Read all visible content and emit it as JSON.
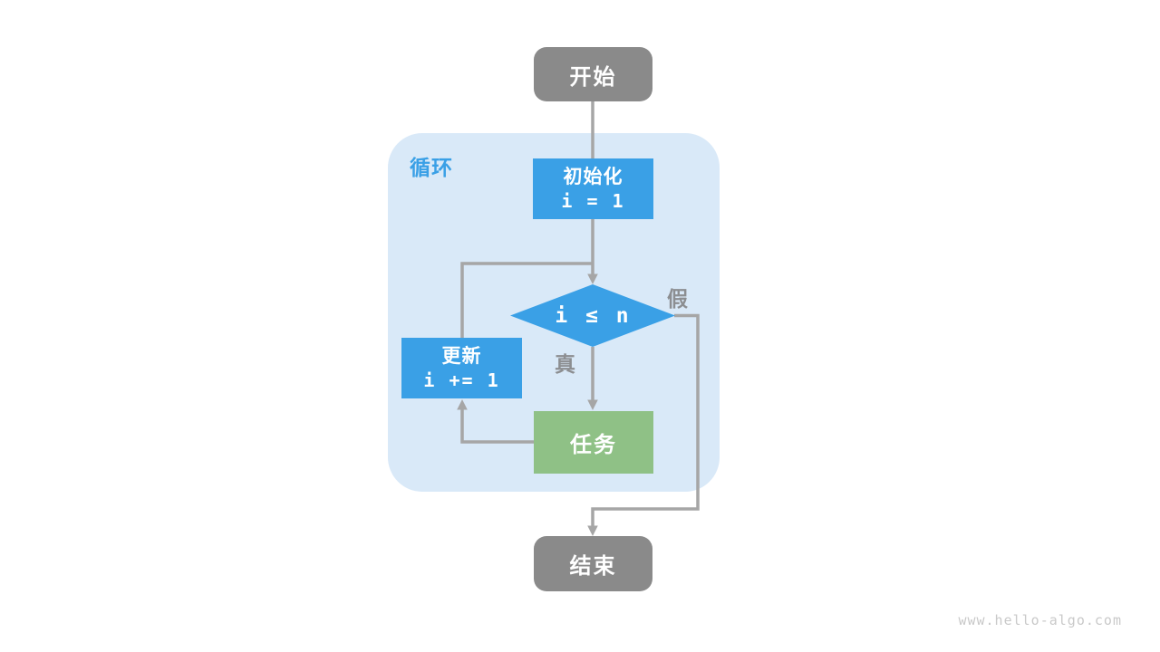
{
  "diagram": {
    "container_label": "循环",
    "nodes": {
      "start": {
        "label": "开始"
      },
      "init": {
        "title": "初始化",
        "code": "i = 1"
      },
      "condition": {
        "code": "i ≤ n"
      },
      "update": {
        "title": "更新",
        "code": "i += 1"
      },
      "task": {
        "label": "任务"
      },
      "end": {
        "label": "结束"
      }
    },
    "edge_labels": {
      "true_branch": "真",
      "false_branch": "假"
    },
    "colors": {
      "terminal_gray": "#8a8a8a",
      "process_blue": "#3aa0e6",
      "task_green": "#8fc186",
      "loop_container_bg": "#d9e9f8",
      "loop_label_blue": "#3aa0e6",
      "connector_gray": "#a6a6a6",
      "edge_label_gray": "#8c8e91",
      "watermark_gray": "#c9c9c9"
    }
  },
  "watermark": "www.hello-algo.com"
}
